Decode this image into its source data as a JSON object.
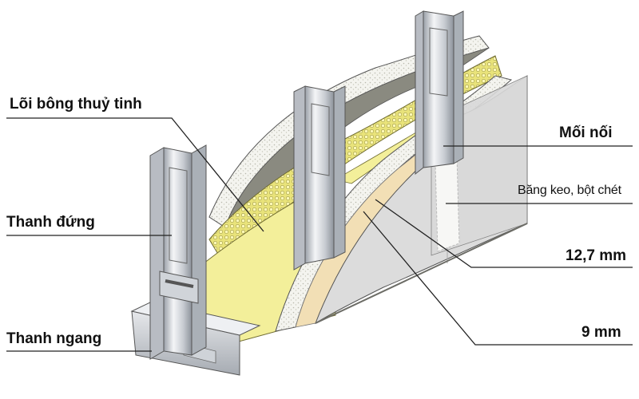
{
  "labels": {
    "glass_wool_core": "Lõi bông thuỷ tinh",
    "vertical_stud": "Thanh đứng",
    "horizontal_track": "Thanh ngang",
    "joint": "Mối nối",
    "tape_and_compound": "Băng keo, bột chét",
    "board_12_7": "12,7 mm",
    "board_9": "9 mm"
  },
  "colors": {
    "glass_wool": "#f3ef9a",
    "gypsum_face": "#dcdcdc",
    "gypsum_edge": "#eeeeea",
    "inner_board_face": "#f2dfb5",
    "back_panel": "#8a8a80",
    "steel_light": "#eef0f3",
    "steel_mid": "#c4c8cf",
    "steel_dark": "#8c929b"
  }
}
